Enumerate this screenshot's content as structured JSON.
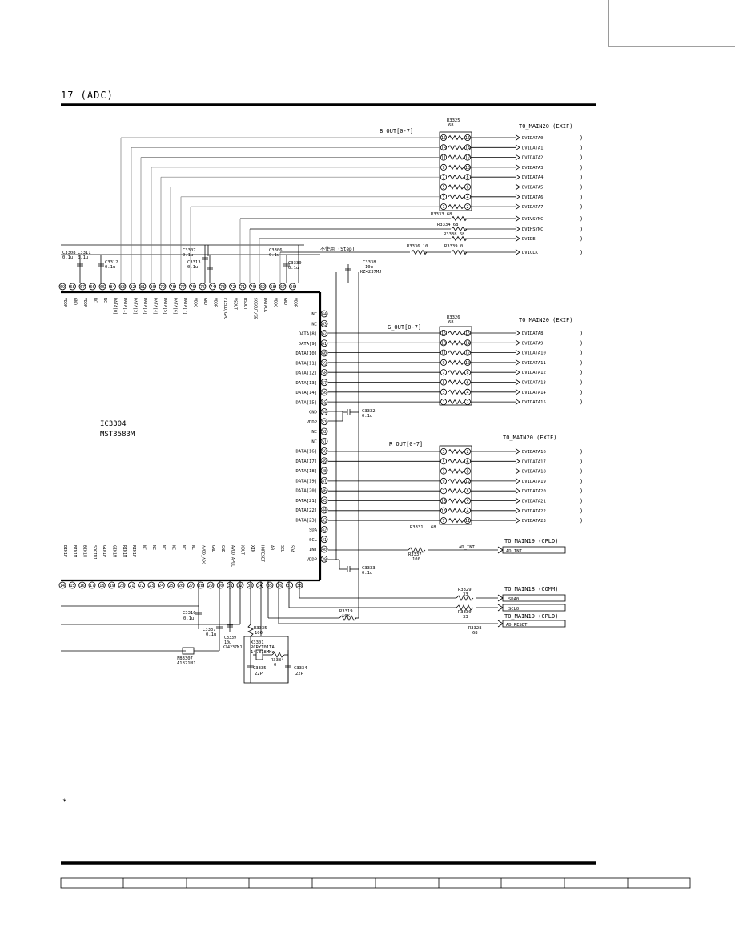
{
  "title": "17 (ADC)",
  "ic": {
    "ref": "IC3304",
    "part": "MST3583M"
  },
  "top_pins": [
    {
      "num": "69",
      "name": "VDDP"
    },
    {
      "num": "68",
      "name": "GND"
    },
    {
      "num": "67",
      "name": "VDDP"
    },
    {
      "num": "66",
      "name": "NC"
    },
    {
      "num": "65",
      "name": "NC"
    },
    {
      "num": "84",
      "name": "DATA[0]"
    },
    {
      "num": "83",
      "name": "DATA[1]"
    },
    {
      "num": "82",
      "name": "DATA[2]"
    },
    {
      "num": "81",
      "name": "DATA[3]"
    },
    {
      "num": "80",
      "name": "DATA[4]"
    },
    {
      "num": "79",
      "name": "DATA[5]"
    },
    {
      "num": "78",
      "name": "DATA[6]"
    },
    {
      "num": "77",
      "name": "DATA[7]"
    },
    {
      "num": "76",
      "name": "VDDC"
    },
    {
      "num": "75",
      "name": "GND"
    },
    {
      "num": "74",
      "name": "VDDP"
    },
    {
      "num": "73",
      "name": "FIELD/GPO"
    },
    {
      "num": "72",
      "name": "VSOUT"
    },
    {
      "num": "71",
      "name": "HSOUT"
    },
    {
      "num": "70",
      "name": "SOGOUT/GB"
    },
    {
      "num": "69",
      "name": "DATACK"
    },
    {
      "num": "68",
      "name": "VDDC"
    },
    {
      "num": "67",
      "name": "GND"
    },
    {
      "num": "66",
      "name": "VDDP"
    }
  ],
  "right_pins": [
    {
      "num": "64",
      "name": "NC"
    },
    {
      "num": "63",
      "name": "NC"
    },
    {
      "num": "62",
      "name": "DATA[8]"
    },
    {
      "num": "61",
      "name": "DATA[9]"
    },
    {
      "num": "60",
      "name": "DATA[10]"
    },
    {
      "num": "59",
      "name": "DATA[11]"
    },
    {
      "num": "58",
      "name": "DATA[12]"
    },
    {
      "num": "57",
      "name": "DATA[13]"
    },
    {
      "num": "56",
      "name": "DATA[14]"
    },
    {
      "num": "55",
      "name": "DATA[15]"
    },
    {
      "num": "54",
      "name": "GND"
    },
    {
      "num": "53",
      "name": "VDDP"
    },
    {
      "num": "52",
      "name": "NC"
    },
    {
      "num": "51",
      "name": "NC"
    },
    {
      "num": "50",
      "name": "DATA[16]"
    },
    {
      "num": "49",
      "name": "DATA[17]"
    },
    {
      "num": "48",
      "name": "DATA[18]"
    },
    {
      "num": "47",
      "name": "DATA[19]"
    },
    {
      "num": "46",
      "name": "DATA[20]"
    },
    {
      "num": "45",
      "name": "DATA[21]"
    },
    {
      "num": "44",
      "name": "DATA[22]"
    },
    {
      "num": "43",
      "name": "DATA[23]"
    },
    {
      "num": "42",
      "name": "SDA"
    },
    {
      "num": "41",
      "name": "SCL"
    },
    {
      "num": "40",
      "name": "INT"
    },
    {
      "num": "39",
      "name": "VDDP"
    }
  ],
  "bottom_pins": [
    {
      "num": "14",
      "name": "BIN1P"
    },
    {
      "num": "15",
      "name": "BIN1M"
    },
    {
      "num": "16",
      "name": "BIN1M"
    },
    {
      "num": "17",
      "name": "SOGIN1"
    },
    {
      "num": "18",
      "name": "GIN1P"
    },
    {
      "num": "19",
      "name": "GIN1M"
    },
    {
      "num": "20",
      "name": "RIN1M"
    },
    {
      "num": "21",
      "name": "RIN1P"
    },
    {
      "num": "22",
      "name": "NC"
    },
    {
      "num": "23",
      "name": "NC"
    },
    {
      "num": "24",
      "name": "NC"
    },
    {
      "num": "25",
      "name": "NC"
    },
    {
      "num": "26",
      "name": "NC"
    },
    {
      "num": "27",
      "name": "NC"
    },
    {
      "num": "28",
      "name": "AVDD_ADC"
    },
    {
      "num": "29",
      "name": "GND"
    },
    {
      "num": "30",
      "name": "GND"
    },
    {
      "num": "31",
      "name": "AVDD_APLL"
    },
    {
      "num": "32",
      "name": "XOUT"
    },
    {
      "num": "33",
      "name": "XIN"
    },
    {
      "num": "34",
      "name": "HWRESET"
    },
    {
      "num": "35",
      "name": "A0"
    },
    {
      "num": "36",
      "name": "SCL"
    },
    {
      "num": "37",
      "name": "SDA"
    },
    {
      "num": "38",
      "name": ""
    }
  ],
  "b_out": {
    "bus": "B_OUT[0-7]",
    "ra_ref": "R3325",
    "ra_val": "68",
    "dest": "TO_MAIN20 (EXIF)",
    "pin_pairs": [
      [
        "15",
        "16"
      ],
      [
        "13",
        "14"
      ],
      [
        "11",
        "12"
      ],
      [
        "9",
        "10"
      ],
      [
        "7",
        "8"
      ],
      [
        "5",
        "6"
      ],
      [
        "3",
        "4"
      ],
      [
        "1",
        "2"
      ]
    ],
    "signals": [
      "DVIDATA0",
      "DVIDATA1",
      "DVIDATA2",
      "DVIDATA3",
      "DVIDATA4",
      "DVIDATA5",
      "DVIDATA6",
      "DVIDATA7"
    ]
  },
  "sync": [
    {
      "ref": "R3333",
      "val": "68",
      "signal": "DVIVSYNC"
    },
    {
      "ref": "R3334",
      "val": "68",
      "signal": "DVIHSYNC"
    },
    {
      "ref": "R3338",
      "val": "68",
      "signal": "DVIDE"
    },
    {
      "ref": "R3339",
      "val": "0",
      "ref2": "R3336",
      "val2": "10",
      "signal": "DVICLK"
    }
  ],
  "g_out": {
    "bus": "G_OUT[0-7]",
    "ra_ref": "R3326",
    "ra_val": "68",
    "dest": "TO_MAIN20 (EXIF)",
    "pin_pairs": [
      [
        "15",
        "16"
      ],
      [
        "13",
        "14"
      ],
      [
        "11",
        "12"
      ],
      [
        "9",
        "10"
      ],
      [
        "7",
        "8"
      ],
      [
        "5",
        "6"
      ],
      [
        "3",
        "4"
      ],
      [
        "1",
        "2"
      ]
    ],
    "signals": [
      "DVIDATA8",
      "DVIDATA9",
      "DVIDATA10",
      "DVIDATA11",
      "DVIDATA12",
      "DVIDATA13",
      "DVIDATA14",
      "DVIDATA15"
    ]
  },
  "r_out": {
    "bus": "R_OUT[0-7]",
    "ra_ref": "R3331",
    "ra_val": "68",
    "dest": "TO_MAIN20 (EXIF)",
    "pin_pairs": [
      [
        "3",
        "2"
      ],
      [
        "5",
        "6"
      ],
      [
        "1",
        "8"
      ],
      [
        "9",
        "12"
      ],
      [
        "7",
        "8"
      ],
      [
        "13",
        "9"
      ],
      [
        "15",
        "4"
      ],
      [
        "7",
        "11"
      ]
    ],
    "signals": [
      "DVIDATA16",
      "DVIDATA17",
      "DVIDATA18",
      "DVIDATA19",
      "DVIDATA20",
      "DVIDATA21",
      "DVIDATA22",
      "DVIDATA23"
    ]
  },
  "int": {
    "ref": "R3337",
    "val": "100",
    "net": "AD_INT",
    "signal": "AD_INT",
    "dest": "TO_MAIN19 (CPLD)"
  },
  "i2c": {
    "dest": "TO_MAIN18 (COMM)",
    "sda": {
      "ref": "R3329",
      "val": "33",
      "signal": "SDA0"
    },
    "scl": {
      "ref": "R3330",
      "val": "33",
      "signal": "SCL0"
    }
  },
  "reset": {
    "ref": "R3328",
    "val": "68",
    "signal": "AD_RESET",
    "dest": "TO_MAIN19 (CPLD)",
    "pull_ref": "R3319",
    "pull_val": "10K"
  },
  "caps_top": [
    {
      "ref": "C3308",
      "val": "0.1u"
    },
    {
      "ref": "C3311",
      "val": "0.1u"
    },
    {
      "ref": "C3312",
      "val": "0.1u"
    },
    {
      "ref": "C3307",
      "val": "0.1u"
    },
    {
      "ref": "C3313",
      "val": "0.1u"
    },
    {
      "ref": "C3306",
      "val": "0.1u"
    },
    {
      "ref": "C3330",
      "val": "0.1u"
    },
    {
      "ref": "C3338",
      "val": "10u",
      "part": "KZ4237MJ"
    }
  ],
  "dnp_note": "不使用 (Step)",
  "caps_right": [
    {
      "ref": "C3332",
      "val": "0.1u"
    },
    {
      "ref": "C3333",
      "val": "0.1u"
    }
  ],
  "caps_bottom": [
    {
      "ref": "C3316",
      "val": "0.1u"
    },
    {
      "ref": "C3337",
      "val": "0.1u"
    },
    {
      "ref": "C3339",
      "val": "10u",
      "part": "KZ4237MJ"
    },
    {
      "ref": "C3335",
      "val": "22P"
    },
    {
      "ref": "C3334",
      "val": "22P"
    }
  ],
  "ferrite": {
    "ref": "FB3307",
    "part": "A1821MJ"
  },
  "crystal": {
    "ref": "X3301",
    "part": "RCRYT01TA",
    "freq": "14.318MHz"
  },
  "r3335": {
    "ref": "R3335",
    "val": "100"
  },
  "r3384": {
    "ref": "R3384",
    "val": "0"
  },
  "footnote": "*"
}
